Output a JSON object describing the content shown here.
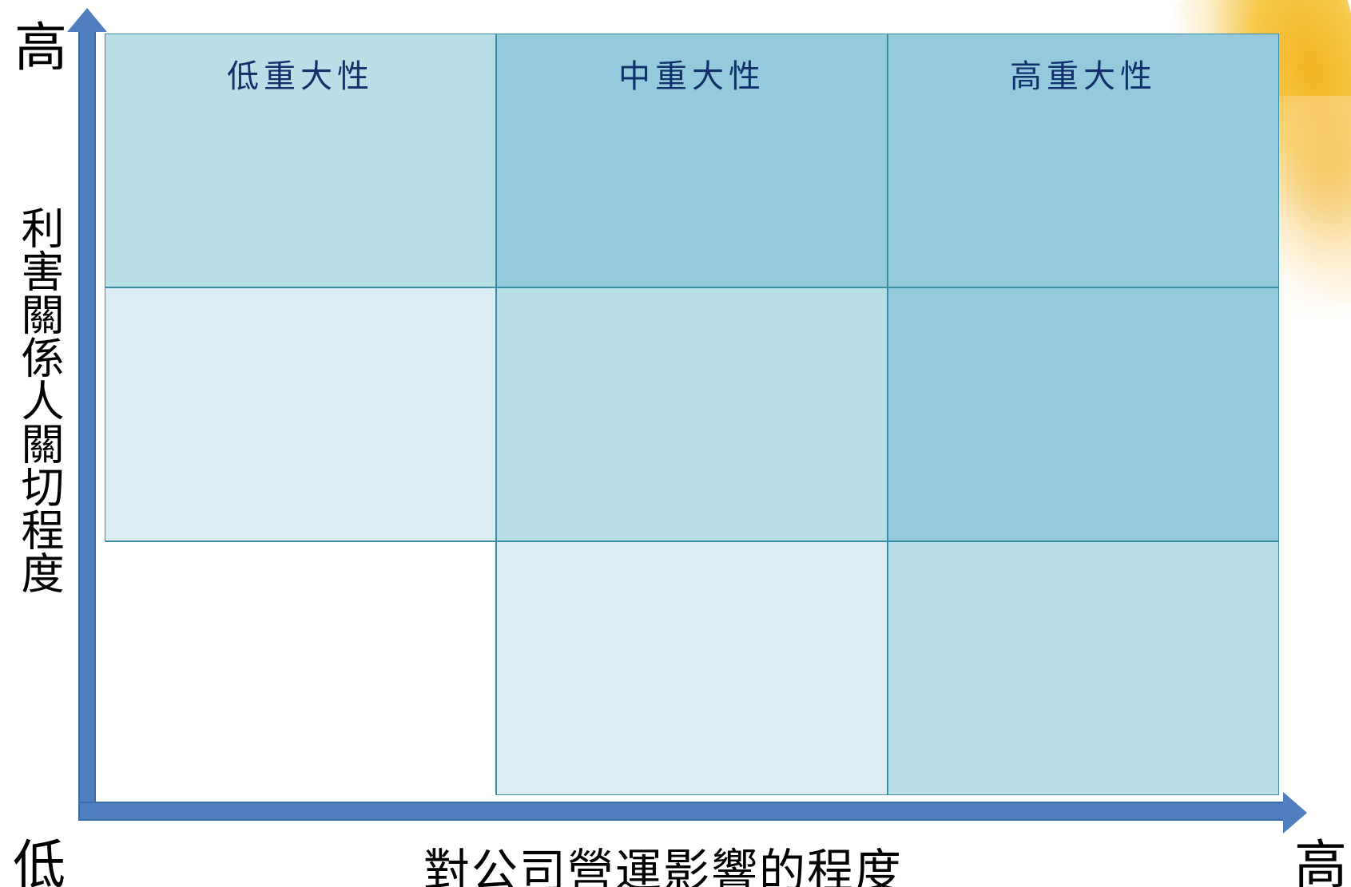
{
  "axes": {
    "y_high": "高",
    "y_label": "利害關係人關切程度",
    "x_low": "低",
    "x_label": "對公司營運影響的程度",
    "x_high": "高"
  },
  "matrix": {
    "column_headers": [
      "低重大性",
      "中重大性",
      "高重大性"
    ],
    "rows": [
      [
        "mid",
        "dark",
        "dark"
      ],
      [
        "light",
        "mid",
        "dark"
      ],
      [
        "none",
        "light",
        "mid"
      ]
    ]
  },
  "colors": {
    "dark": "#94cadc",
    "mid": "#b8dee7",
    "light": "#dceef4",
    "none": "#ffffff",
    "axis": "#4f7fbe",
    "header_text": "#13306b",
    "grid_line": "#3a8fa6"
  }
}
